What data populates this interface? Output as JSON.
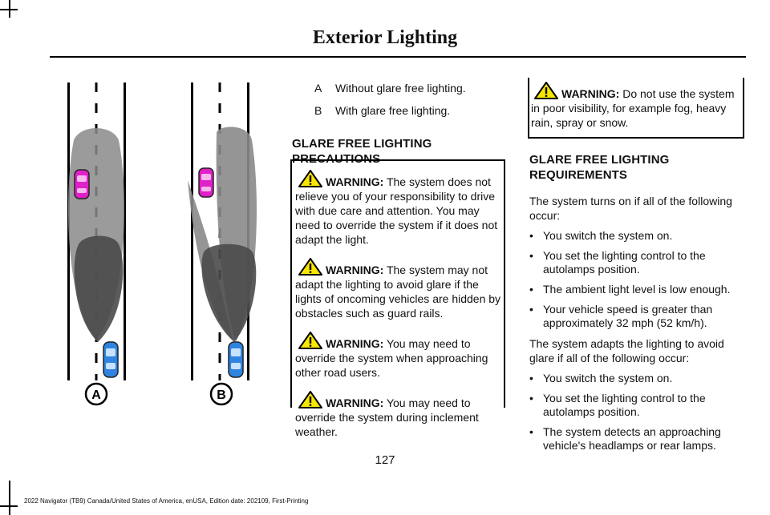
{
  "header": {
    "title": "Exterior Lighting"
  },
  "figure": {
    "label_a": "A",
    "label_b": "B"
  },
  "legend": [
    {
      "key": "A",
      "text": "Without glare free lighting."
    },
    {
      "key": "B",
      "text": "With glare free lighting."
    }
  ],
  "precautions": {
    "heading": "GLARE FREE LIGHTING PRECAUTIONS",
    "warnings": [
      {
        "label": "WARNING:",
        "text": " The system does not relieve you of your responsibility to drive with due care and attention. You may need to override the system if it does not adapt the light."
      },
      {
        "label": "WARNING:",
        "text": " The system may not adapt the lighting to avoid glare if the lights of oncoming vehicles are hidden by obstacles such as guard rails."
      },
      {
        "label": "WARNING:",
        "text": " You may need to override the system when approaching other road users."
      },
      {
        "label": "WARNING:",
        "text": " You may need to override the system during inclement weather."
      }
    ]
  },
  "right_warning": {
    "label": "WARNING:",
    "text": " Do not use the system in poor visibility, for example fog, heavy rain, spray or snow."
  },
  "requirements": {
    "heading": "GLARE FREE LIGHTING REQUIREMENTS",
    "intro": "The system turns on if all of the following occur:",
    "bullets": [
      "You switch the system on.",
      "You set the lighting control to the autolamps position.",
      "The ambient light level is low enough.",
      "Your vehicle speed is greater than approximately 32 mph (52 km/h)."
    ],
    "intro2": "The system adapts the lighting to avoid glare if all of the following occur:",
    "bullets2": [
      "You switch the system on.",
      "You set the lighting control to the autolamps position.",
      "The system detects an approaching vehicle's headlamps or rear lamps."
    ]
  },
  "page_number": "127",
  "footer": "2022 Navigator (TB9) Canada/United States of America, enUSA, Edition date: 202109, First-Printing"
}
